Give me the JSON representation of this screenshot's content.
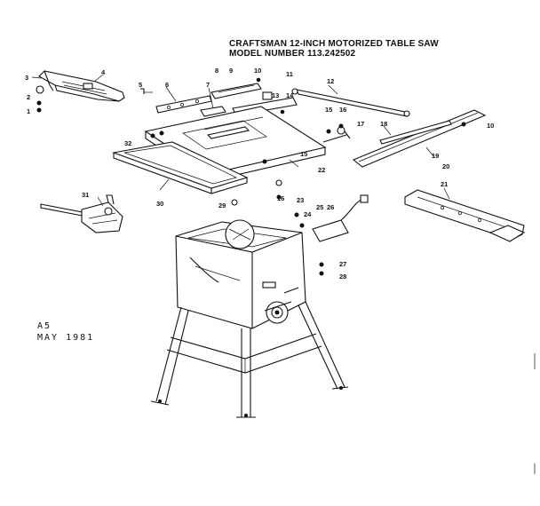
{
  "header": {
    "title": "CRAFTSMAN 12-INCH MOTORIZED TABLE SAW",
    "model": "MODEL NUMBER 113.242502"
  },
  "stamp": {
    "code": "A5",
    "date": "MAY 1981"
  },
  "callouts": [
    "1",
    "2",
    "3",
    "4",
    "5",
    "6",
    "7",
    "8",
    "9",
    "10",
    "11",
    "12",
    "13",
    "14",
    "15",
    "16",
    "17",
    "18",
    "19",
    "20",
    "21",
    "22",
    "23",
    "24",
    "25",
    "26",
    "27",
    "28",
    "29",
    "30",
    "31",
    "32",
    "10",
    "15",
    "16"
  ],
  "colors": {
    "ink": "#111111",
    "paper": "#ffffff"
  }
}
